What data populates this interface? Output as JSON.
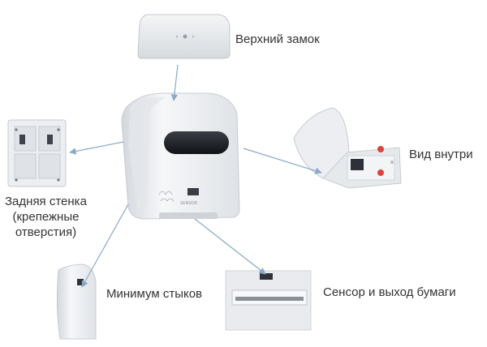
{
  "labels": {
    "top_lock": "Верхний замок",
    "inside_view": "Вид внутри",
    "back_wall_1": "Задняя стенка",
    "back_wall_2": "(крепежные",
    "back_wall_3": "отверстия)",
    "min_joints": "Минимум стыков",
    "sensor_exit": "Сенсор и выход бумаги"
  },
  "device_text": {
    "sensor_print": "SENSOR"
  },
  "colors": {
    "body": "#eef0f2",
    "window": "#1d1f24",
    "arrow": "#8aa9c7",
    "red_hub": "#e0413a"
  }
}
